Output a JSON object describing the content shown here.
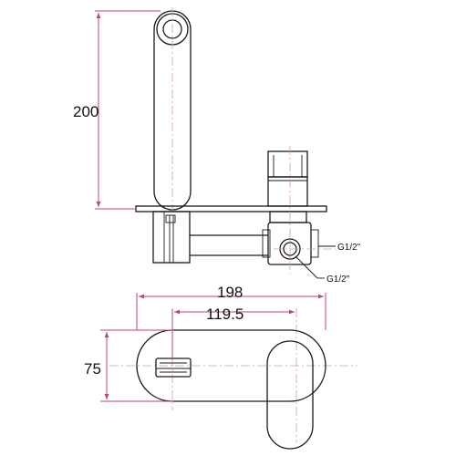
{
  "dimensions": {
    "spout_height": "200",
    "overall_width": "198",
    "spout_projection": "119.5",
    "plate_height": "75"
  },
  "connections": {
    "inlet_right": "G1/2\"",
    "inlet_bottom": "G1/2\""
  }
}
